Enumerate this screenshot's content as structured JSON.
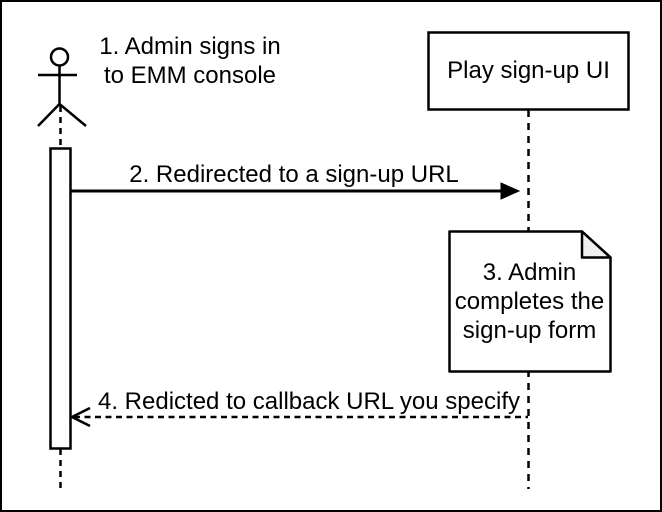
{
  "diagram": {
    "kind": "uml-sequence-diagram",
    "colors": {
      "background": "#ffffff",
      "stroke": "#000000",
      "note_fill": "#ffffff",
      "note_fold_fill": "#f0f0f0"
    },
    "actor": {
      "icon": "stick-figure",
      "step_label": {
        "line1": "1. Admin signs in",
        "line2": "to EMM console"
      }
    },
    "participant": {
      "label": "Play sign-up UI"
    },
    "messages": {
      "redirect": {
        "label": "2. Redirected to a sign-up URL",
        "style": "solid-filled-arrow"
      },
      "callback": {
        "label": "4. Redicted to callback URL you specify",
        "style": "dashed-open-arrow"
      }
    },
    "note": {
      "line1": "3. Admin",
      "line2": "completes the",
      "line3": "sign-up form"
    }
  }
}
